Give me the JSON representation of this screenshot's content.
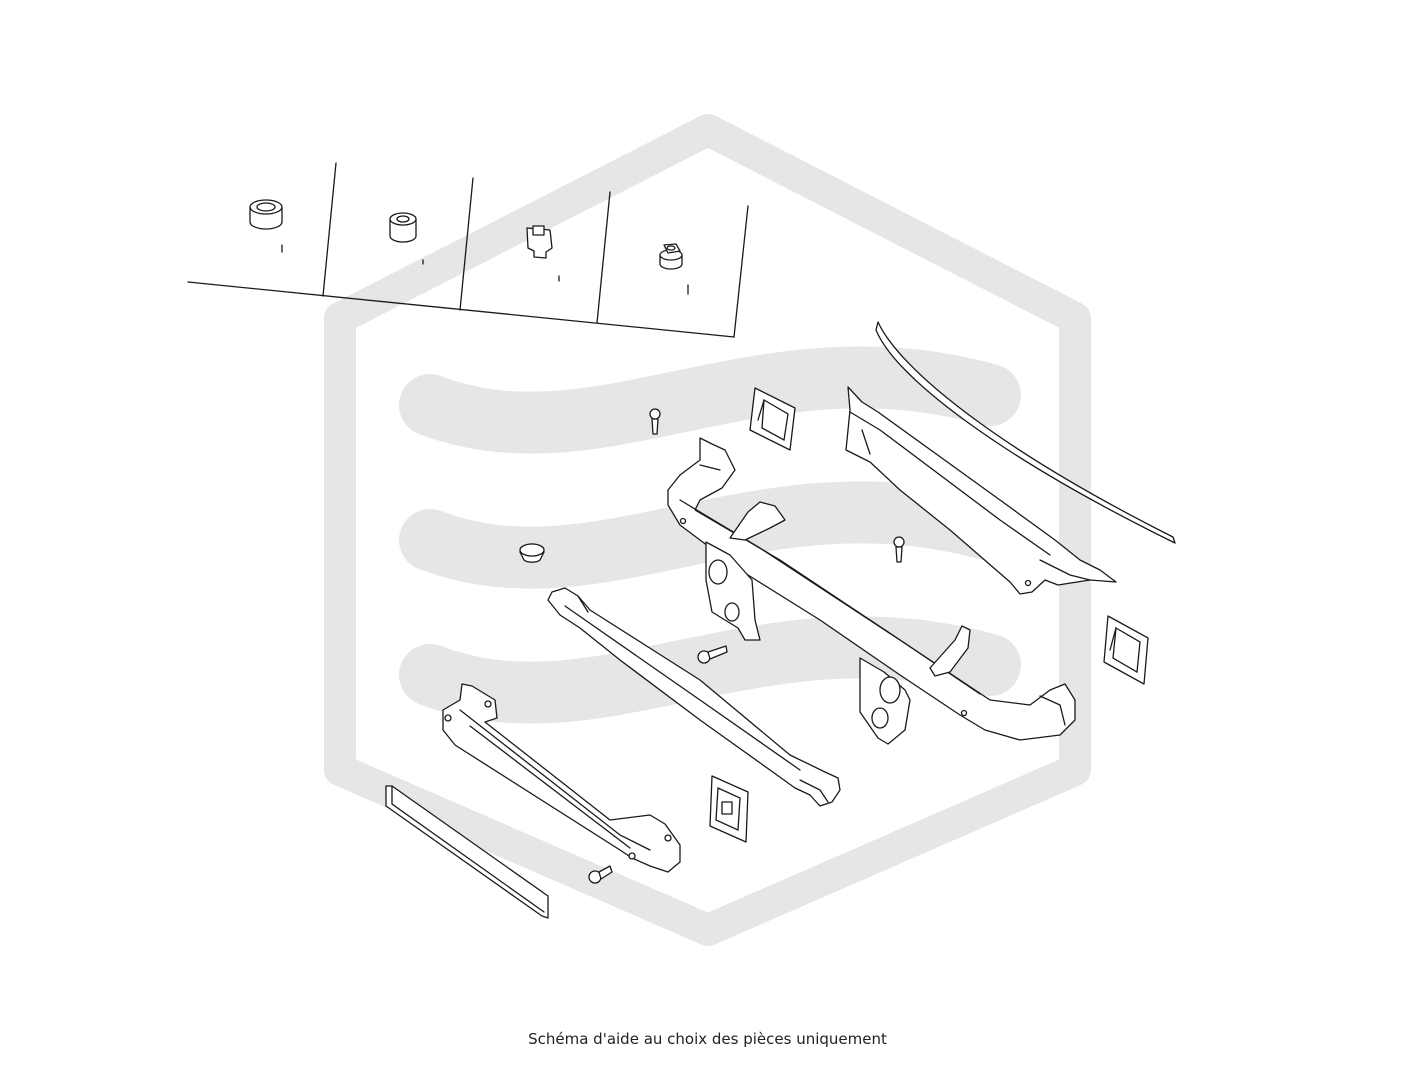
{
  "caption": "Schéma d'aide au choix des pièces uniquement",
  "colors": {
    "background": "#ffffff",
    "line": "#1a1a1a",
    "watermark": "#e6e6e6"
  },
  "watermark": {
    "type": "logo",
    "shape": "hexagon-with-three-waves"
  },
  "parts_header": {
    "cells": [
      {
        "name": "bushing-large",
        "icon": "bushing-icon"
      },
      {
        "name": "bushing-small",
        "icon": "bushing-icon"
      },
      {
        "name": "clip-nut",
        "icon": "clip-nut-icon"
      },
      {
        "name": "flange-nut",
        "icon": "flange-nut-icon"
      }
    ]
  },
  "parts": [
    "cowl-seal",
    "cowl-top-panel",
    "upper-radiator-support-bar",
    "center-cross-member",
    "lower-cross-member",
    "foam-seal-strip",
    "bracket-left",
    "bracket-right",
    "bracket-front",
    "screw",
    "plug"
  ]
}
